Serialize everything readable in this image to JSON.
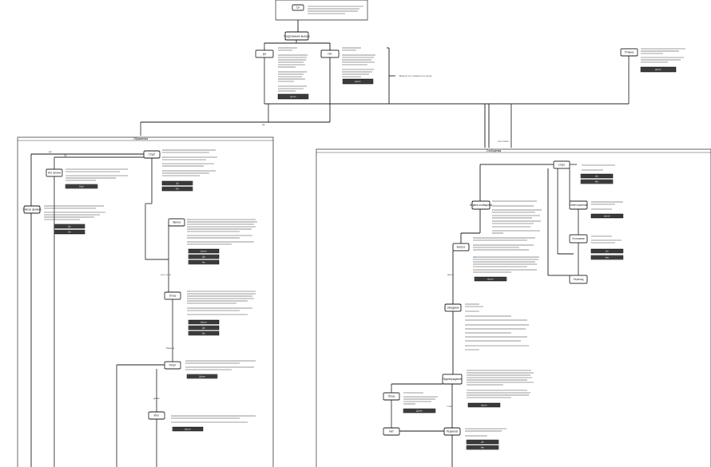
{
  "diagram": {
    "panels": [
      {
        "id": "left-panel",
        "title": "Ображения"
      },
      {
        "id": "right-panel",
        "title": "Сообщения"
      }
    ],
    "nodes": [
      {
        "id": "top-node",
        "label": "Сн"
      },
      {
        "id": "choice-node",
        "label": "Предложение выхода"
      },
      {
        "id": "top-left",
        "label": "Да"
      },
      {
        "id": "top-right",
        "label": "Нет"
      },
      {
        "id": "far-right",
        "label": "Отмена"
      },
      {
        "id": "l-start",
        "label": "Старт"
      },
      {
        "id": "l-yes",
        "label": "Нет звонил"
      },
      {
        "id": "l-side",
        "label": "Список звонков"
      },
      {
        "id": "l-a",
        "label": "Звонок"
      },
      {
        "id": "l-b",
        "label": "Отказ"
      },
      {
        "id": "l-c",
        "label": "Ответ"
      },
      {
        "id": "l-d",
        "label": "Итог"
      },
      {
        "id": "r-start",
        "label": "Старт"
      },
      {
        "id": "r-main",
        "label": "Первое сообщение"
      },
      {
        "id": "r-q1",
        "label": "Вопрос"
      },
      {
        "id": "r-side1",
        "label": "Ответ клиента"
      },
      {
        "id": "r-side2",
        "label": "Уточнение"
      },
      {
        "id": "r-end",
        "label": "Переход"
      },
      {
        "id": "r-mid",
        "label": "Ожидание"
      },
      {
        "id": "r-mid2",
        "label": "Подтверждение"
      },
      {
        "id": "r-low-left",
        "label": "Отказ"
      },
      {
        "id": "r-low-left2",
        "label": "Нет"
      },
      {
        "id": "r-low-mid",
        "label": "Результат"
      }
    ],
    "buttons": {
      "top": [
        "Далее"
      ],
      "top_right": [
        "Далее"
      ],
      "far_right": [
        "Далее"
      ],
      "left": [
        "Да",
        "Нет",
        "Ещё",
        "Да",
        "Нет",
        "Далее",
        "Да",
        "Нет",
        "Далее",
        "Да",
        "Нет",
        "Далее",
        "Далее"
      ],
      "right": [
        "Да",
        "Нет",
        "Далее",
        "Да",
        "Нет",
        "Далее",
        "Далее",
        "Далее"
      ]
    },
    "side_note": "Вопрос по стоимости и сроку",
    "edge_labels": [
      "Нет",
      "Да",
      "Нет ответа",
      "Есть ответ",
      "Переход",
      "Далее",
      "Отказ"
    ]
  }
}
